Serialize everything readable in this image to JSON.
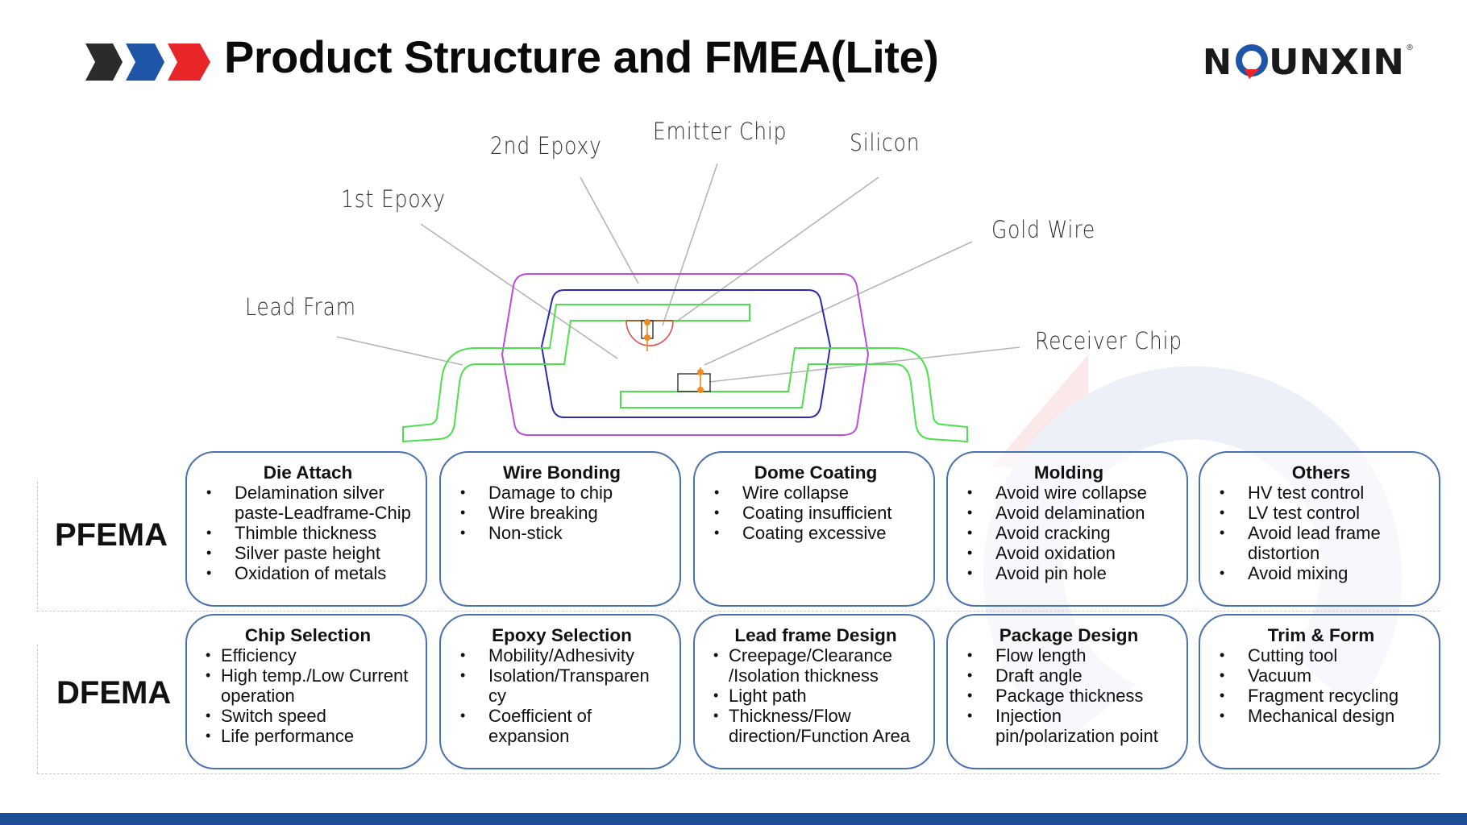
{
  "header": {
    "title": "Product Structure and FMEA(Lite)",
    "chevron_colors": [
      "#2b2b2b",
      "#1f55a6",
      "#e8262a"
    ],
    "logo": {
      "text": "NQUNXIN",
      "registered": "®",
      "brand_blue": "#1f55a6",
      "brand_red": "#e8262a"
    }
  },
  "diagram": {
    "callouts": {
      "lead_frame": "Lead Fram",
      "first_epoxy": "1st Epoxy",
      "second_epoxy": "2nd Epoxy",
      "emitter_chip": "Emitter Chip",
      "silicon": "Silicon",
      "gold_wire": "Gold Wire",
      "receiver_chip": "Receiver Chip"
    },
    "colors": {
      "outer_epoxy": "#b84ddb",
      "inner_epoxy": "#2b2bb0",
      "lead_frame": "#4ce04c",
      "silicon_dome": "#d9534f",
      "gold_wire": "#f08c1e"
    }
  },
  "rows": [
    {
      "label": "PFEMA",
      "boxes": [
        {
          "title": "Die Attach",
          "items": [
            "Delamination silver paste-Leadframe-Chip",
            "Thimble thickness",
            "Silver paste height",
            "Oxidation of metals"
          ]
        },
        {
          "title": "Wire Bonding",
          "items": [
            "Damage to chip",
            "Wire breaking",
            "Non-stick"
          ]
        },
        {
          "title": "Dome Coating",
          "items": [
            "Wire collapse",
            "Coating insufficient",
            "Coating excessive"
          ]
        },
        {
          "title": "Molding",
          "items": [
            "Avoid wire collapse",
            "Avoid delamination",
            "Avoid cracking",
            "Avoid oxidation",
            "Avoid pin hole"
          ]
        },
        {
          "title": "Others",
          "items": [
            "HV test control",
            "LV test control",
            "Avoid lead frame distortion",
            "Avoid mixing"
          ]
        }
      ]
    },
    {
      "label": "DFEMA",
      "boxes": [
        {
          "title": "Chip Selection",
          "items": [
            "Efficiency",
            "High temp./Low Current operation",
            "Switch speed",
            "Life performance"
          ]
        },
        {
          "title": "Epoxy Selection",
          "items": [
            "Mobility/Adhesivity",
            "Isolation/Transparen cy",
            "Coefficient of expansion"
          ]
        },
        {
          "title": "Lead frame Design",
          "items": [
            "Creepage/Clearance /Isolation thickness",
            "Light path",
            "Thickness/Flow direction/Function Area"
          ]
        },
        {
          "title": "Package Design",
          "items": [
            "Flow length",
            "Draft angle",
            "Package thickness",
            "Injection pin/polarization point"
          ]
        },
        {
          "title": "Trim & Form",
          "items": [
            "Cutting tool",
            "Vacuum",
            "Fragment recycling",
            "Mechanical design"
          ]
        }
      ]
    }
  ],
  "footer": {
    "bar_color": "#1f4e99"
  }
}
